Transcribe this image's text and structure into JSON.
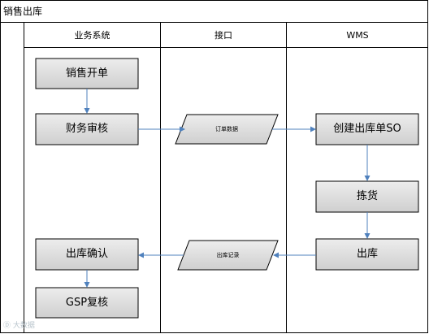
{
  "title": "销售出库",
  "lanes": [
    "业务系统",
    "接口",
    "WMS"
  ],
  "nodes": {
    "sales_order": "销售开单",
    "finance_review": "财务审核",
    "order_data": "订单数据",
    "create_so": "创建出库单SO",
    "picking": "拣货",
    "outbound": "出库",
    "outbound_record": "出库记录",
    "outbound_confirm": "出库确认",
    "gsp_recheck": "GSP复核"
  },
  "watermark": "Ⓓ 大数据",
  "colors": {
    "box_fill": "#d9d9d9",
    "arrow": "#4f81bd",
    "line": "#000000"
  }
}
